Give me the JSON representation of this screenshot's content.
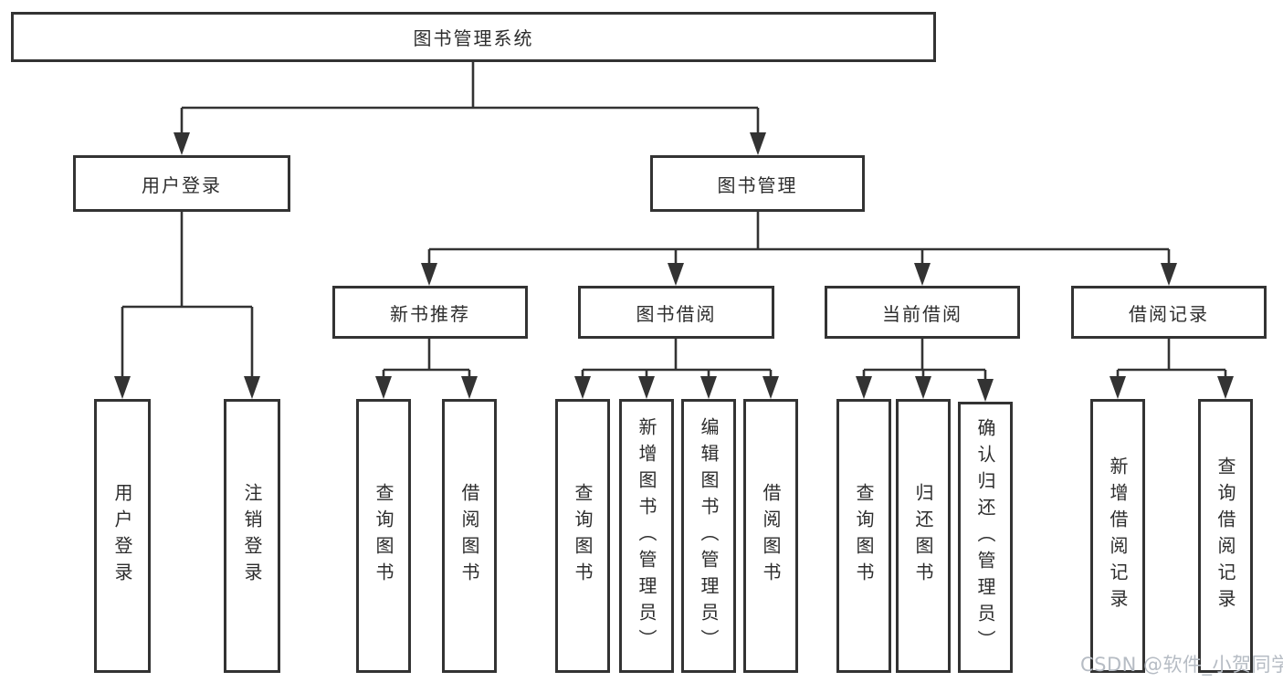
{
  "nodes": {
    "root": "图书管理系统",
    "user_login": "用户登录",
    "book_mgmt": "图书管理",
    "new_books": "新书推荐",
    "book_borrow": "图书借阅",
    "current_borrow": "当前借阅",
    "borrow_records": "借阅记录",
    "leaves": {
      "user_login": [
        "用户登录",
        "注销登录"
      ],
      "new_books": [
        "查询图书",
        "借阅图书"
      ],
      "book_borrow": [
        "查询图书",
        "新增图书（管理员）",
        "编辑图书（管理员）",
        "借阅图书"
      ],
      "current_borrow": [
        "查询图书",
        "归还图书",
        "确认归还（管理员）"
      ],
      "borrow_records": [
        "新增借阅记录",
        "查询借阅记录"
      ]
    }
  },
  "watermark": "CSDN @软件_小贺同学",
  "colors": {
    "line": "#333333",
    "text": "#2d2d2d",
    "background": "#ffffff",
    "watermark": "#b6bcc4"
  }
}
